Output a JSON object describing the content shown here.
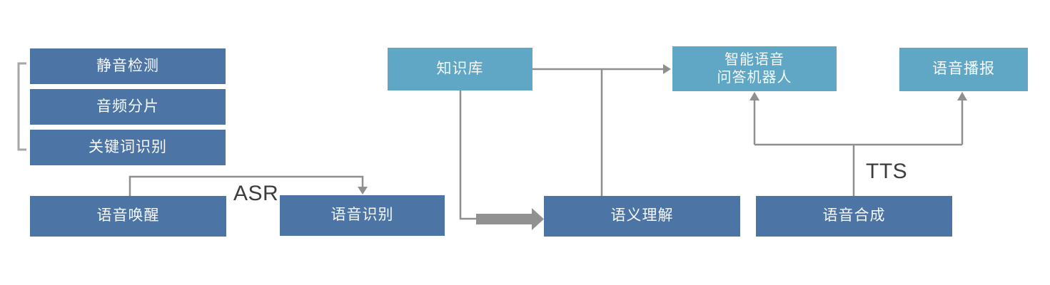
{
  "diagram": {
    "type": "flowchart",
    "nodes": {
      "silence_detection": {
        "label": "静音检测"
      },
      "audio_segmentation": {
        "label": "音频分片"
      },
      "keyword_recognition": {
        "label": "关键词识别"
      },
      "voice_wakeup": {
        "label": "语音唤醒"
      },
      "speech_recognition": {
        "label": "语音识别"
      },
      "knowledge_base": {
        "label": "知识库"
      },
      "semantic_understanding": {
        "label": "语义理解"
      },
      "qa_robot": {
        "line1": "智能语音",
        "line2": "问答机器人"
      },
      "voice_broadcast": {
        "label": "语音播报"
      },
      "speech_synthesis": {
        "label": "语音合成"
      }
    },
    "edge_labels": {
      "asr": "ASR",
      "tts": "TTS"
    },
    "palette": {
      "dark_box": "#4c74a4",
      "light_box": "#5fa7c5",
      "box_text": "#f7f9fb",
      "line": "#8f8f8f",
      "thick_arrow": "#919191",
      "bracket": "#a6a6a6",
      "edge_label_text": "#3d3d3d"
    }
  }
}
